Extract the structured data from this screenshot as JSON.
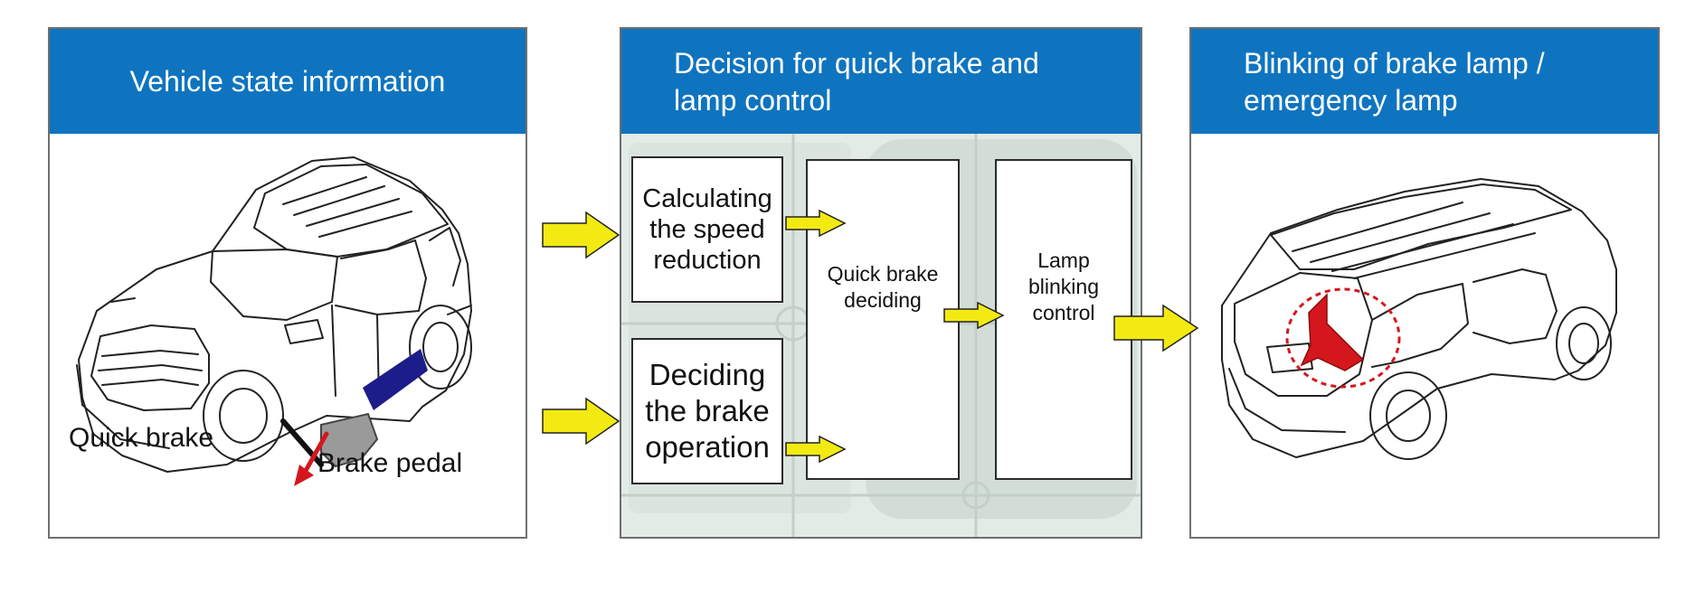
{
  "panels": {
    "vehicle_state": {
      "title": "Vehicle state information",
      "labels": {
        "quick_brake": "Quick brake",
        "brake_pedal": "Brake pedal"
      }
    },
    "decision": {
      "title_line1": "Decision for quick brake and",
      "title_line2": "lamp control",
      "boxes": {
        "calculating": [
          "Calculating",
          "the speed",
          "reduction"
        ],
        "deciding": [
          "Deciding",
          "the brake",
          "operation"
        ],
        "quick_brake": [
          "Quick brake",
          "deciding"
        ],
        "lamp": [
          "Lamp",
          "blinking",
          "control"
        ]
      }
    },
    "blinking": {
      "title_line1": "Blinking of brake lamp /",
      "title_line2": "emergency lamp"
    }
  },
  "colors": {
    "header_blue": "#0f74bf",
    "arrow_yellow": "#f2ea12",
    "pedal_blue": "#1c1c8a",
    "highlight_red": "#d4171d"
  }
}
